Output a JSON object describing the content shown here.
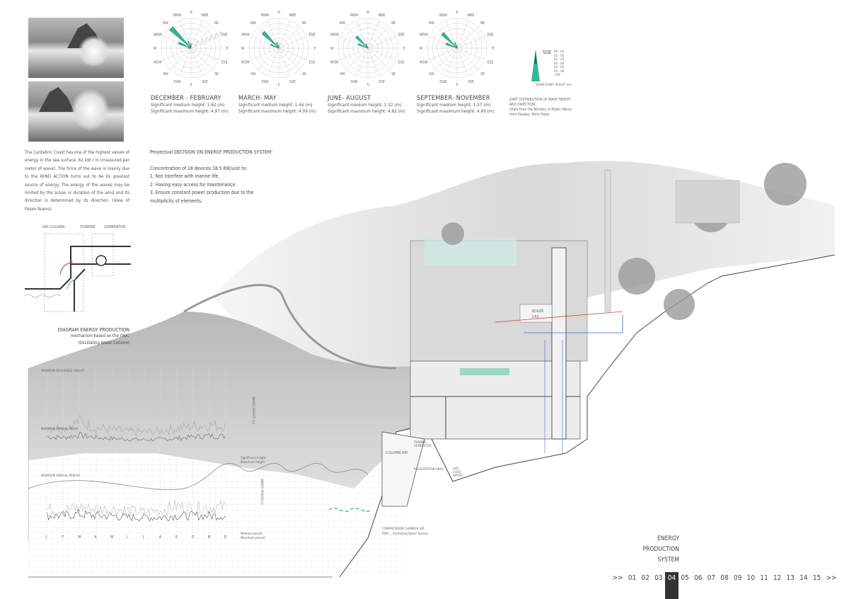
{
  "intro": {
    "photos": [
      "coast-waves-photo-1",
      "coast-waves-photo-2"
    ],
    "text": "The Cantabric Coast has one of the highest values of energy in the sea surface. 62 kW / m (measured per meter of wave). The force of the wave is mainly due to the WIND ACTION turns out to be its greatest source of energy. The energy of the waves may be limited by the scope or duration of the wind and its direction is determined by its direction. (View of Paseo Nuevo)."
  },
  "wind_roses": {
    "directions": [
      "N",
      "NNE",
      "NE",
      "ENE",
      "E",
      "ESE",
      "SE",
      "SSE",
      "S",
      "SSW",
      "SW",
      "WSW",
      "W",
      "WNW",
      "NW",
      "NNW"
    ],
    "rings": [
      "0.5%",
      "1.0%",
      "1.5%",
      "2.0%",
      "2.5%",
      "3.0%"
    ],
    "seasons": [
      {
        "title": "DECEMBER - FEBRUARY",
        "medium": "Significant medium height: 1.62 (m)",
        "maximum": "Significant maximum height: 4.97 (m)",
        "petals": {
          "NW": 0.95,
          "WNW": 0.45,
          "NNW": 0.25,
          "N": 0.15,
          "W": 0.1
        }
      },
      {
        "title": "MARCH- MAY",
        "medium": "Significant medium height: 1.44 (m)",
        "maximum": "Significant maximum height: 4.09 (m)",
        "petals": {
          "NW": 0.75,
          "WNW": 0.3,
          "NNW": 0.2,
          "N": 0.1
        }
      },
      {
        "title": "JUNE- AUGUST",
        "medium": "Significant medium height: 1.32 (m)",
        "maximum": "Significant maximum height: 4.82 (m)",
        "petals": {
          "NW": 0.55,
          "WNW": 0.35,
          "NNW": 0.15
        }
      },
      {
        "title": "SEPTEMBER- NOVEMBER",
        "medium": "Significant medium height: 1.57 (m)",
        "maximum": "Significant maximum height: 4.95 (m)",
        "petals": {
          "NW": 0.7,
          "WNW": 0.4,
          "NNW": 0.2,
          "N": 0.1
        }
      }
    ]
  },
  "legend": {
    "direction": "SSE",
    "ranges": [
      "00 - 01",
      "01 - 02",
      "02 - 03",
      "03 - 04",
      "04 - 05",
      "05 - 06",
      ">06"
    ],
    "axis": "SIGNIFICANT HEIGHT (m)",
    "note_title": "JOINT DISTRIBUTION OF WAVE HEIGHT AND DIRECTION.",
    "note_source": "(Data from the Ministry of Public Works from Pasajes, Ports State"
  },
  "decision": {
    "title": "Proyectual DECISION ON ENERGY PRODUCTION SYSTEM:",
    "lead": "Concentration of 18 devices 18.5 KW/unit to:",
    "items": [
      "1. Not interfere with marine life.",
      "2. Having easy access for maintenance.",
      "3. Ensure constant power production due to the multiplicity of elements."
    ]
  },
  "owc_diagram": {
    "labels": [
      "AIR COLUMN",
      "TURBINE",
      "GENERATOR"
    ],
    "title": "DIAGRAM ENERGY PRODUCTION",
    "subtitle": "mechanism based on the OWC (Oscillating Water Column)"
  },
  "section": {
    "labels": {
      "boiler": "BOILER",
      "gas": "GAS",
      "column_air": "COLUMN AIR",
      "turbine": "TURBINE - GENERATOR",
      "registration": "REGISTRATION AREA",
      "gas_cold_water": "GAS COLD WATER",
      "compression": "COMPRESSION CHAMBER AIR",
      "owc": "OWC _ Oscillating Water System",
      "waves_height": "WAVES HEIGHT (m)",
      "waves_period": "WAVES PERIOD (s)"
    }
  },
  "chart_data": {
    "type": "line",
    "title": "",
    "categories": [
      "J",
      "F",
      "M",
      "A",
      "M",
      "J",
      "J",
      "A",
      "S",
      "O",
      "N",
      "D"
    ],
    "series": [
      {
        "name": "Significant height",
        "values": [
          2.2,
          2.0,
          2.6,
          2.0,
          1.8,
          1.6,
          1.5,
          1.6,
          1.8,
          2.2,
          2.4,
          2.3
        ]
      },
      {
        "name": "Maximum height",
        "values": [
          4.5,
          4.2,
          5.8,
          4.3,
          3.8,
          3.4,
          3.3,
          3.5,
          4.2,
          4.6,
          4.9,
          4.8
        ]
      },
      {
        "name": "Medium period",
        "values": [
          9,
          9,
          10,
          9,
          9,
          8,
          8,
          8,
          9,
          9,
          9,
          9
        ]
      },
      {
        "name": "Maximum period",
        "values": [
          13,
          12,
          14,
          13,
          13,
          12,
          11,
          12,
          15,
          13,
          14,
          14
        ]
      }
    ],
    "annotations": [
      "MAXIMUM RECORDED HEIGHT",
      "MAXIMUM ANNUAL MEDIA",
      "MAXIMUM ANNUAL PERIOD"
    ],
    "legend": [
      "Significant height",
      "Maximum height",
      "Medium period",
      "Maximum period"
    ]
  },
  "page": {
    "title_lines": [
      "ENERGY",
      "PRODUCTION",
      "SYSTEM"
    ],
    "nav_prev": ">>",
    "nav_next": ">>",
    "pages": [
      "01",
      "02",
      "03",
      "04",
      "05",
      "06",
      "07",
      "08",
      "09",
      "10",
      "11",
      "12",
      "13",
      "14",
      "15"
    ],
    "current": "04"
  }
}
